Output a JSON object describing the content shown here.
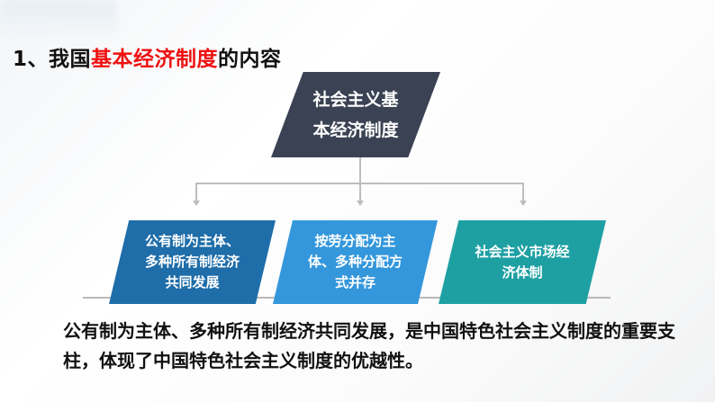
{
  "title": {
    "prefix": "1、我国",
    "highlight": "基本经济制度",
    "suffix": "的内容",
    "highlight_color": "#ee1111"
  },
  "diagram": {
    "root": {
      "label": "社会主义基本经济制度",
      "color": "#3a4253"
    },
    "children": [
      {
        "label": "公有制为主体、多种所有制经济共同发展",
        "color": "#1f6da9"
      },
      {
        "label": "按劳分配为主体、多种分配方式并存",
        "color": "#3497dc"
      },
      {
        "label": "社会主义市场经济体制",
        "color": "#1ea0a3"
      }
    ],
    "connector_color": "#bdbdbd"
  },
  "summary": "公有制为主体、多种所有制经济共同发展，是中国特色社会主义制度的重要支柱，体现了中国特色社会主义制度的优越性。"
}
